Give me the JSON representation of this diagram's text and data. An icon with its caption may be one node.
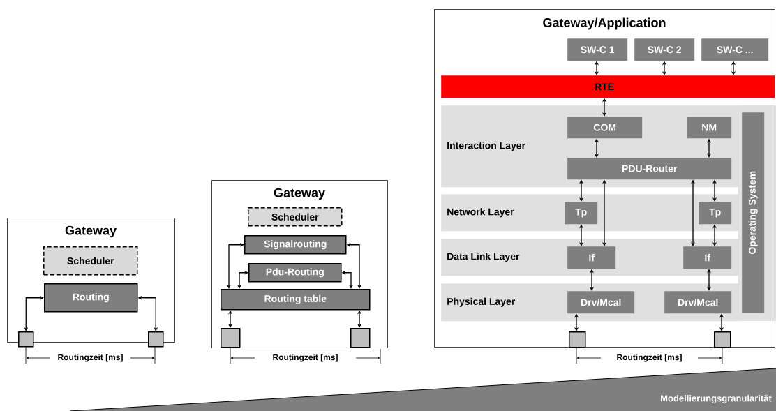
{
  "diagram": {
    "nodes": [
      {
        "text": [
          "Gateway"
        ]
      },
      {
        "text": [
          "Scheduler"
        ],
        "in": 0
      },
      {
        "text": [
          "Routing"
        ],
        "in": 0
      },
      {
        "text": [],
        "shape": "box"
      },
      {
        "text": [],
        "shape": "box"
      },
      {
        "text": [
          "Gateway"
        ]
      },
      {
        "text": [
          "Scheduler"
        ],
        "in": 5
      },
      {
        "text": [
          "Signalrouting"
        ],
        "in": 5
      },
      {
        "text": [
          "Pdu-Routing"
        ],
        "in": 5
      },
      {
        "text": [
          "Routing table"
        ],
        "in": 5
      },
      {
        "text": [],
        "shape": "box",
        "in": 5
      },
      {
        "text": [],
        "shape": "box",
        "in": 5
      },
      {
        "text": [
          "Gateway/Application"
        ]
      },
      {
        "text": [
          "SW-C 1"
        ],
        "in": 12
      },
      {
        "text": [
          "SW-C 2"
        ],
        "in": 12
      },
      {
        "text": [
          "SW-C ..."
        ],
        "in": 12
      },
      {
        "text": [
          "RTE"
        ],
        "in": 12
      },
      {
        "text": [
          "Interaction Layer"
        ],
        "in": 12
      },
      {
        "text": [
          "COM"
        ],
        "in": 17
      },
      {
        "text": [
          "NM"
        ],
        "in": 17
      },
      {
        "text": [
          "PDU-Router"
        ],
        "in": 17
      },
      {
        "text": [
          "Network Layer"
        ],
        "in": 12
      },
      {
        "text": [
          "Tp"
        ],
        "in": 21
      },
      {
        "text": [
          "Tp"
        ],
        "in": 21
      },
      {
        "text": [
          "Data Link Layer"
        ],
        "in": 12
      },
      {
        "text": [
          "If"
        ],
        "in": 24
      },
      {
        "text": [
          "If"
        ],
        "in": 24
      },
      {
        "text": [
          "Physical Layer"
        ],
        "in": 12
      },
      {
        "text": [
          "Drv/Mcal"
        ],
        "in": 27
      },
      {
        "text": [
          "Drv/Mcal"
        ],
        "in": 27
      },
      {
        "text": [
          "Operating System"
        ],
        "in": 12
      },
      {
        "text": [],
        "shape": "box",
        "in": 12
      },
      {
        "text": [],
        "shape": "box",
        "in": 12
      },
      {
        "text": [
          "Modellierungsgranularität"
        ]
      }
    ],
    "edges": [
      {
        "from": 2,
        "to": 3,
        "arrow": "both"
      },
      {
        "from": 2,
        "to": 4,
        "arrow": "both"
      },
      {
        "from": 7,
        "to": 9,
        "arrow": "both"
      },
      {
        "from": 7,
        "to": 9,
        "arrow": "both"
      },
      {
        "from": 8,
        "to": 9,
        "arrow": "both"
      },
      {
        "from": 8,
        "to": 9,
        "arrow": "both"
      },
      {
        "from": 9,
        "to": 10,
        "arrow": "both"
      },
      {
        "from": 9,
        "to": 11,
        "arrow": "both"
      },
      {
        "from": 13,
        "to": 16,
        "arrow": "both"
      },
      {
        "from": 14,
        "to": 16,
        "arrow": "both"
      },
      {
        "from": 15,
        "to": 16,
        "arrow": "both"
      },
      {
        "from": 16,
        "to": 18,
        "arrow": "both"
      },
      {
        "from": 18,
        "to": 20,
        "arrow": "both"
      },
      {
        "from": 19,
        "to": 20,
        "arrow": "both"
      },
      {
        "from": 20,
        "to": 22,
        "arrow": "both"
      },
      {
        "from": 20,
        "to": 25,
        "arrow": "both"
      },
      {
        "from": 20,
        "to": 26,
        "arrow": "both"
      },
      {
        "from": 20,
        "to": 23,
        "arrow": "both"
      },
      {
        "from": 22,
        "to": 25,
        "arrow": "both"
      },
      {
        "from": 23,
        "to": 26,
        "arrow": "both"
      },
      {
        "from": 25,
        "to": 28,
        "arrow": "both"
      },
      {
        "from": 26,
        "to": 29,
        "arrow": "both"
      },
      {
        "from": 28,
        "to": 31,
        "arrow": "both"
      },
      {
        "from": 29,
        "to": 32,
        "arrow": "both"
      }
    ],
    "labels": [
      "Routingzeit [ms]",
      "Routingzeit [ms]",
      "Routingzeit [ms]"
    ]
  }
}
